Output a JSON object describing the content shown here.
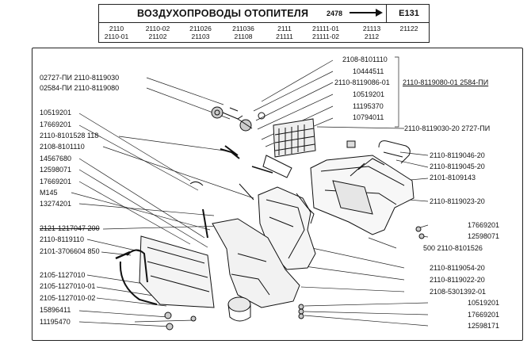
{
  "header": {
    "title": "ВОЗДУХОПРОВОДЫ ОТОПИТЕЛЯ",
    "page_ref": "2478",
    "code": "E131",
    "models": [
      {
        "line1": "2110",
        "line2": "2110-01"
      },
      {
        "line1": "2110-02",
        "line2": "21102"
      },
      {
        "line1": "211026",
        "line2": "21103"
      },
      {
        "line1": "211036",
        "line2": "21108"
      },
      {
        "line1": "2111",
        "line2": "21111"
      },
      {
        "line1": "21111-01",
        "line2": "21111-02"
      },
      {
        "line1": "21113",
        "line2": "2112"
      },
      {
        "line1": "21122",
        "line2": ""
      }
    ]
  },
  "labels_left": [
    "02727-ПИ 2110-8119030",
    "02584-ПИ 2110-8119080",
    "10519201",
    "17669201",
    "2110-8101528 118",
    "2108-8101110",
    "14567680",
    "12598071",
    "17669201",
    "М145",
    "13274201",
    "2121-1217047 200",
    "2110-8119110",
    "2101-3706604 850",
    "2105-1127010",
    "2105-1127010-01",
    "2105-1127010-02",
    "15896411",
    "11195470"
  ],
  "labels_right": [
    "2108-8101110",
    "10444511",
    "2110-8119086-01",
    "10519201",
    "11195370",
    "10794011",
    "2110-8119080-01 2584-ПИ",
    "2110-8119030-20 2727-ПИ",
    "2110-8119046-20",
    "2110-8119045-20",
    "2101-8109143",
    "2110-8119023-20",
    "17669201",
    "12598071",
    "500 2110-8101526",
    "2110-8119054-20",
    "2110-8119022-20",
    "2108-5301392-01",
    "10519201",
    "17669201",
    "12598171"
  ]
}
